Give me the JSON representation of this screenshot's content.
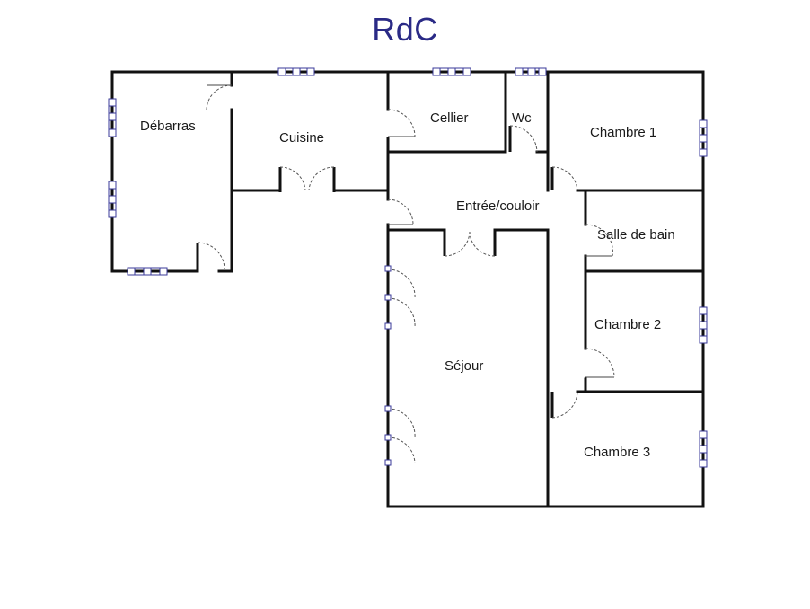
{
  "title": "RdC",
  "rooms": {
    "debarras": "Débarras",
    "cuisine": "Cuisine",
    "cellier": "Cellier",
    "wc": "Wc",
    "chambre1": "Chambre 1",
    "entree": "Entrée/couloir",
    "salle_de_bain": "Salle de bain",
    "chambre2": "Chambre 2",
    "sejour": "Séjour",
    "chambre3": "Chambre 3"
  },
  "colors": {
    "title": "#2a2a86",
    "walls": "#111111",
    "windows": "#3a3a9a"
  }
}
